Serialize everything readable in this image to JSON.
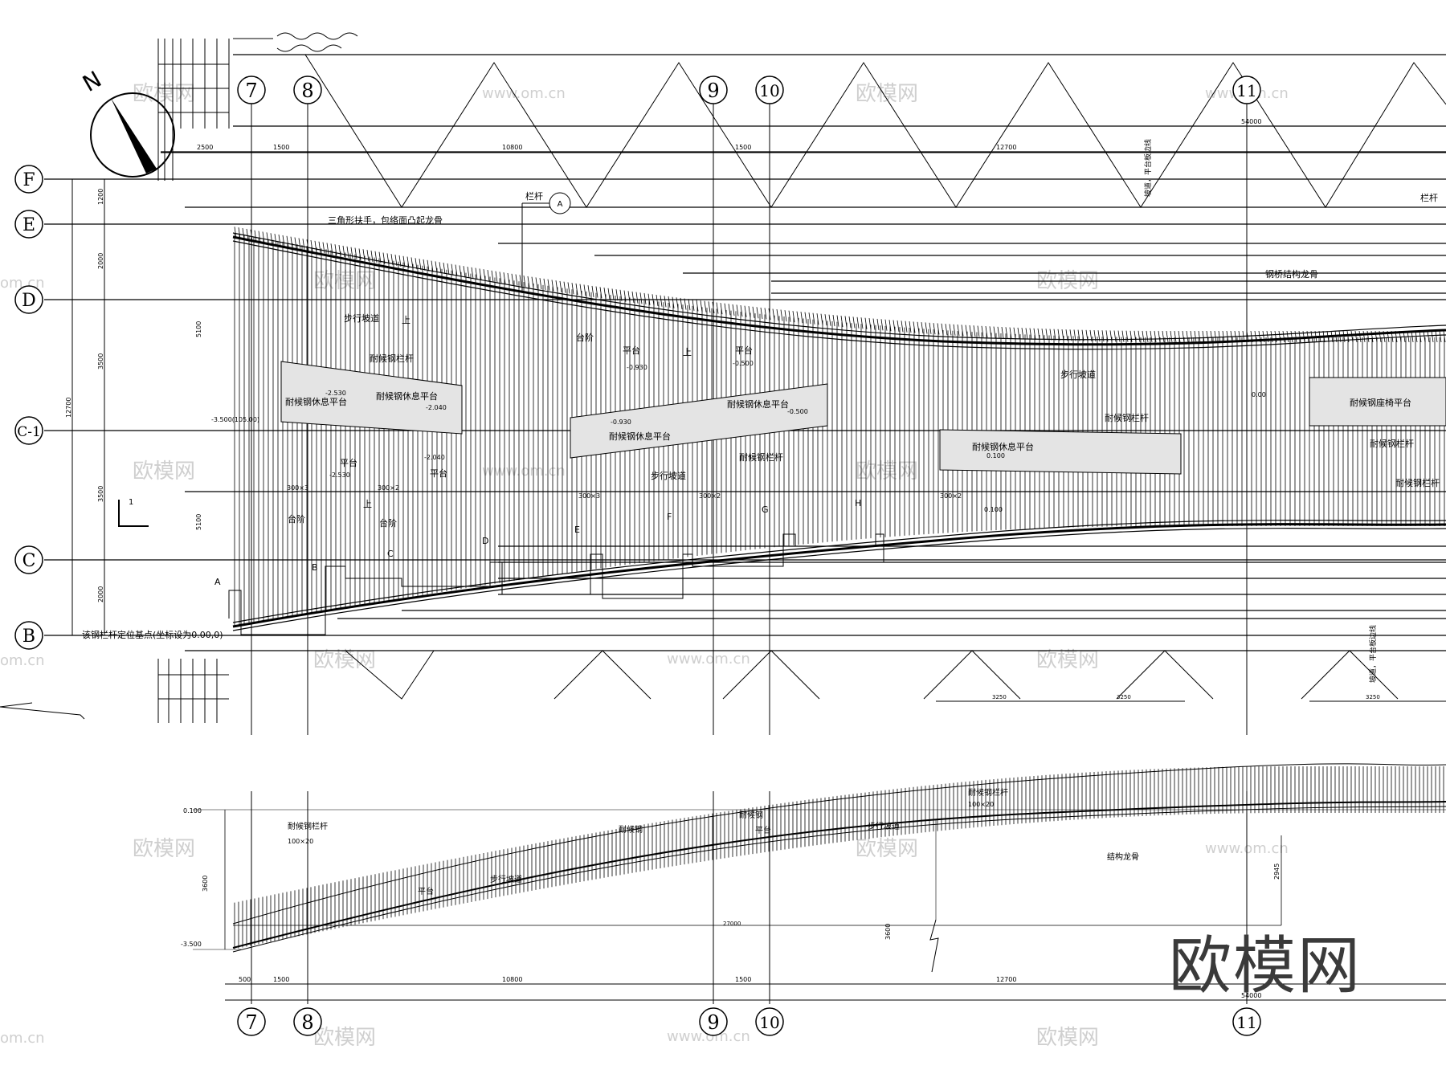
{
  "grid_columns": [
    "7",
    "8",
    "9",
    "10",
    "11"
  ],
  "grid_rows": [
    "F",
    "E",
    "D",
    "C-1",
    "C",
    "B"
  ],
  "section_markers": [
    "A",
    "B",
    "C",
    "D",
    "E",
    "F",
    "G",
    "H"
  ],
  "top_dimensions": [
    "2500",
    "1500",
    "10800",
    "1500",
    "12700",
    "54000"
  ],
  "bottom_dimensions": [
    "500",
    "1500",
    "10800",
    "1500",
    "12700",
    "54000"
  ],
  "row_dimensions": [
    "1200",
    "2000",
    "5100",
    "3500",
    "3500",
    "5100",
    "2000",
    "12700"
  ],
  "section_dimensions": [
    "3250",
    "3250",
    "3250",
    "27000",
    "3600",
    "2945"
  ],
  "labels": {
    "tri_handrail": "三角形扶手，包络面凸起龙骨",
    "railing_a": "栏杆",
    "railing_right": "栏杆",
    "steel_rail_top": "钢桥结构龙骨",
    "ramp_1": "步行坡道",
    "ramp_2": "步行坡道",
    "ramp_3": "步行坡道",
    "steps_1": "台阶",
    "steps_2": "台阶",
    "steps_3": "台阶",
    "platform_1": "平台",
    "platform_2": "平台",
    "platform_3": "平台",
    "platform_4": "平台",
    "up_1": "上",
    "up_2": "上",
    "up_3": "上",
    "weathering_rail_1": "耐候钢栏杆",
    "weathering_rail_2": "耐候钢栏杆",
    "weathering_rail_3": "耐候钢栏杆",
    "weathering_rail_4": "耐候钢栏杆",
    "weathering_rail_5": "耐候钢栏杆",
    "rest_platform_1": "耐候钢休息平台",
    "rest_platform_2": "耐候钢休息平台",
    "rest_platform_3": "耐候钢休息平台",
    "rest_platform_4": "耐候钢休息平台",
    "seat_platform": "耐候钢座椅平台",
    "elev_1": "-2.530",
    "elev_2": "-2.040",
    "elev_3": "-0.930",
    "elev_4": "-0.500",
    "elev_5": "0.100",
    "elev_6": "-3.500(105.00)",
    "elev_7": "0.00",
    "stair_300x3": "300×3",
    "stair_300x2": "300×2",
    "base_note": "该钢栏杆定位基点(坐标设为0.00,0)",
    "section_railing": "耐候钢栏杆",
    "section_railing_size": "100×20",
    "section_ramp": "步行坡道",
    "section_platform": "平台",
    "section_rest": "耐候钢",
    "structure_keel": "结构龙骨",
    "section_elev_top": "0.100",
    "section_elev_bottom": "-3.500",
    "section_height": "3600",
    "slope_note_1": "坡道，平台板边线",
    "slope_note_2": "坡道，平台板边线",
    "north": "N",
    "view_mark": "1"
  },
  "watermark": {
    "brand": "欧模网",
    "url": "www.om.cn",
    "url_short": "om.cn",
    "big_logo": "欧模网"
  },
  "colors": {
    "ink": "#000000",
    "watermark": "#cfcfcf",
    "hatch_fill": "#d8d8d8"
  }
}
